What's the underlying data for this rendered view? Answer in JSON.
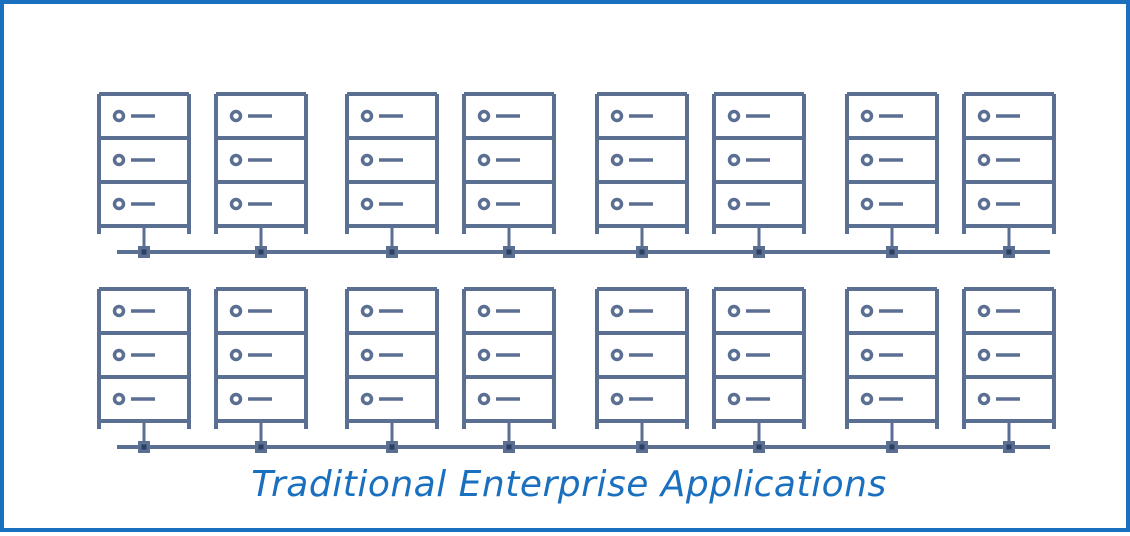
{
  "caption": "Traditional Enterprise Applications",
  "colors": {
    "border": "#1a6fbe",
    "server": "#5b6f93",
    "node": "#2b3f63",
    "caption": "#1a6fbe"
  },
  "diagram": {
    "rows": [
      {
        "name": "server-row-1",
        "server_count": 8
      },
      {
        "name": "server-row-2",
        "server_count": 8
      }
    ],
    "server_icon": "server-rack-icon",
    "units_per_server": 3
  }
}
